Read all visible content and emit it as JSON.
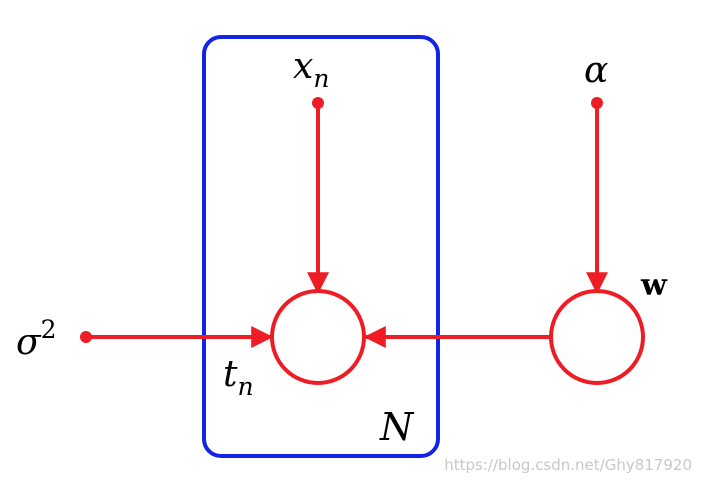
{
  "nodes": {
    "x_n": {
      "base": "x",
      "sub": "n"
    },
    "alpha": {
      "label": "α"
    },
    "sigma2": {
      "base": "σ",
      "sup": "2"
    },
    "t_n": {
      "base": "t",
      "sub": "n"
    },
    "w": {
      "label": "w"
    }
  },
  "plate": {
    "label": "N"
  },
  "watermark": "https://blog.csdn.net/Ghy817920",
  "colors": {
    "edges": "#ee1c25",
    "plate": "#1424e6",
    "text": "#000000"
  }
}
